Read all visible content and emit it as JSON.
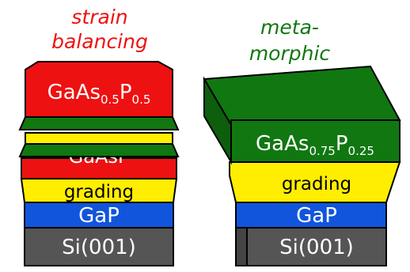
{
  "left": {
    "title_line1": "strain",
    "title_line2": "balancing",
    "title_color": "#ee1111",
    "top_layer": {
      "base": "GaAs",
      "sub1": "0.5",
      "mid": "P",
      "sub2": "0.5"
    },
    "layer_label": "GaAsP",
    "grading_label": "grading",
    "gap_label": "GaP",
    "substrate_label": "Si(001)"
  },
  "right": {
    "title_line1": "meta-",
    "title_line2": "morphic",
    "title_color": "#117711",
    "top_layer": {
      "base": "GaAs",
      "sub1": "0.75",
      "mid": "P",
      "sub2": "0.25"
    },
    "grading_label": "grading",
    "gap_label": "GaP",
    "substrate_label": "Si(001)"
  },
  "colors": {
    "red": "#ee1111",
    "green": "#117711",
    "yellow": "#ffee00",
    "blue": "#1155dd",
    "gray": "#555555"
  }
}
